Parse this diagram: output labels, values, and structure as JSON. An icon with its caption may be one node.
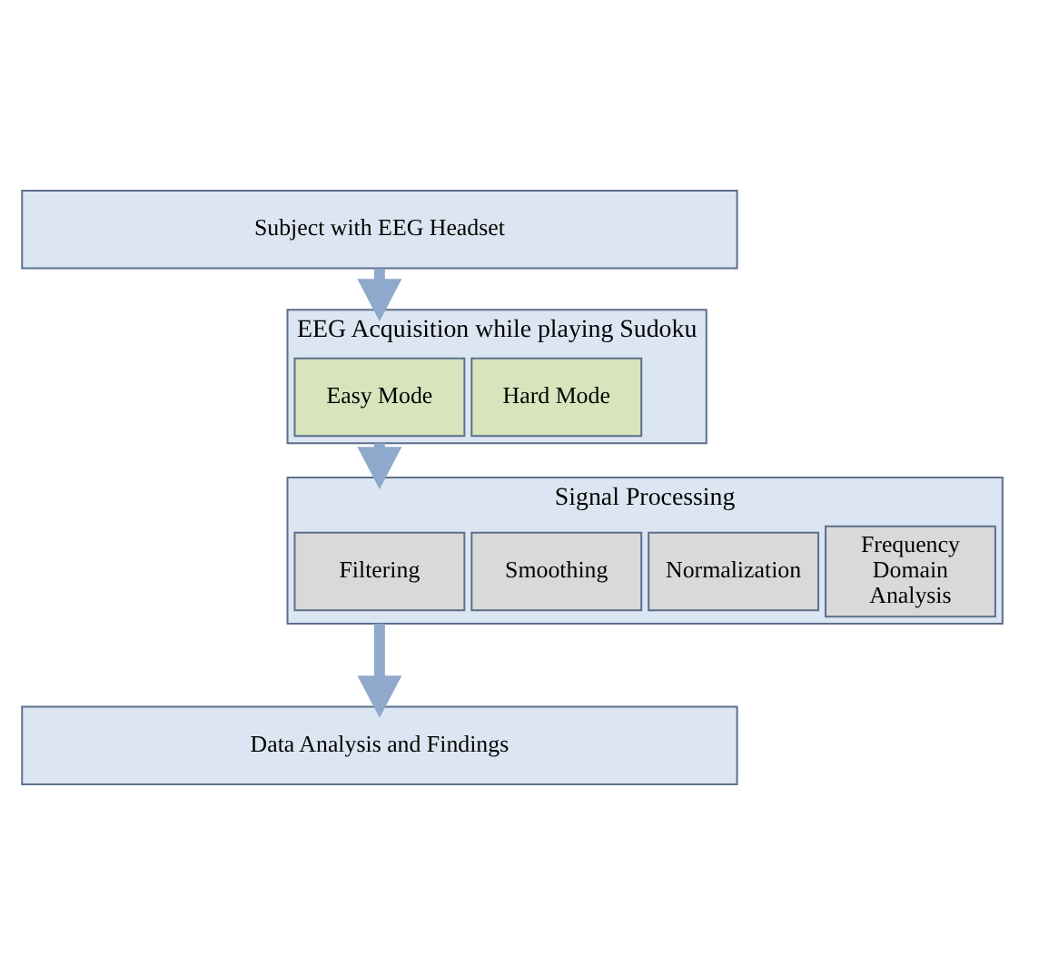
{
  "diagram": {
    "nodes": [
      {
        "text": [
          "Subject with EEG Headset"
        ]
      },
      {
        "text": [
          "EEG Acquisition while playing Sudoku"
        ]
      },
      {
        "text": [
          "Easy Mode"
        ],
        "in": 1
      },
      {
        "text": [
          "Hard Mode"
        ],
        "in": 1
      },
      {
        "text": [
          "Signal Processing"
        ]
      },
      {
        "text": [
          "Filtering"
        ],
        "in": 4
      },
      {
        "text": [
          "Smoothing"
        ],
        "in": 4
      },
      {
        "text": [
          "Normalization"
        ],
        "in": 4
      },
      {
        "text": [
          "Frequency Domain Analysis"
        ],
        "in": 4
      },
      {
        "text": [
          "Data Analysis and Findings"
        ]
      }
    ],
    "edges": [
      {
        "from": 0,
        "to": 1,
        "arrow": "to"
      },
      {
        "from": 1,
        "to": 4,
        "arrow": "to"
      },
      {
        "from": 4,
        "to": 9,
        "arrow": "to"
      }
    ]
  }
}
